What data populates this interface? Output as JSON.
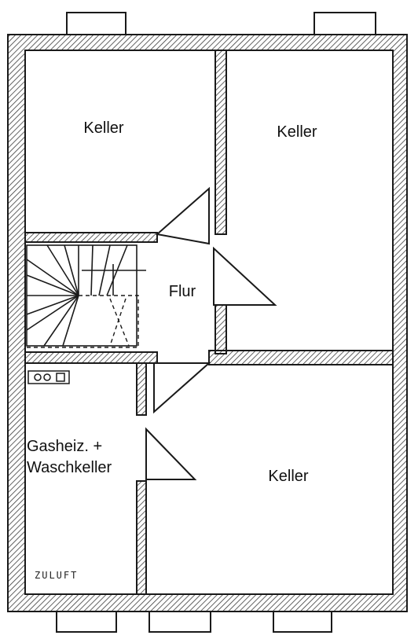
{
  "plan": {
    "rooms": [
      {
        "id": "keller-top-left",
        "label": "Keller"
      },
      {
        "id": "keller-top-right",
        "label": "Keller"
      },
      {
        "id": "flur",
        "label": "Flur"
      },
      {
        "id": "gasheizung-waschkeller",
        "label_line1": "Gasheiz. +",
        "label_line2": "Waschkeller"
      },
      {
        "id": "keller-bottom-right",
        "label": "Keller"
      }
    ],
    "annotations": {
      "zuluft": "ZULUFT"
    },
    "colors": {
      "wall": "#1a1a1a",
      "hatch": "#3a3a3a",
      "background": "#ffffff"
    }
  }
}
